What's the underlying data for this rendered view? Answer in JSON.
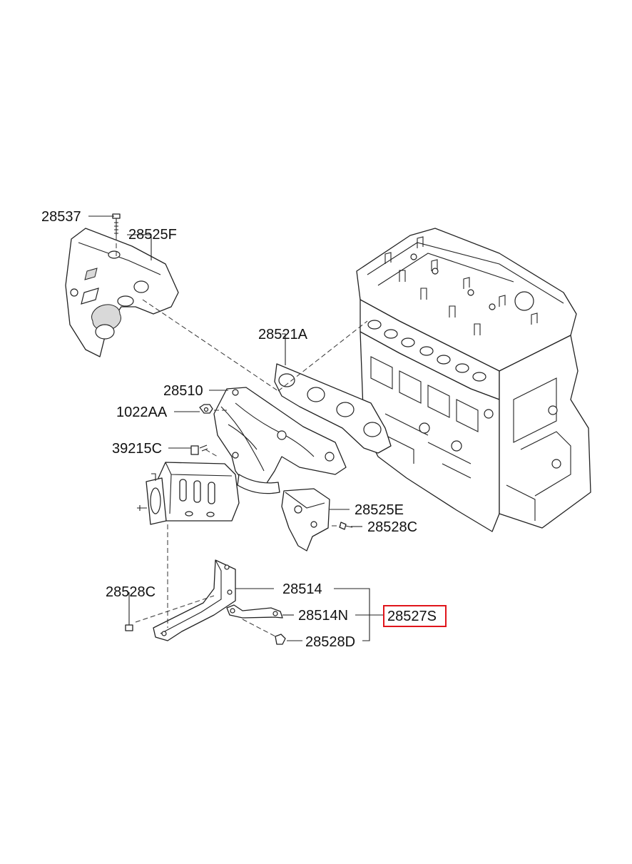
{
  "diagram": {
    "labels": {
      "p28537": "28537",
      "p28525F": "28525F",
      "p28521A": "28521A",
      "p28510": "28510",
      "p1022AA": "1022AA",
      "p39215C": "39215C",
      "p28525E": "28525E",
      "p28528C_right": "28528C",
      "p28514": "28514",
      "p28528C_left": "28528C",
      "p28514N": "28514N",
      "p28527S": "28527S",
      "p28528D": "28528D"
    },
    "highlighted_label": "28527S",
    "highlight_color": "#e0151b",
    "line_color": "#222222"
  }
}
